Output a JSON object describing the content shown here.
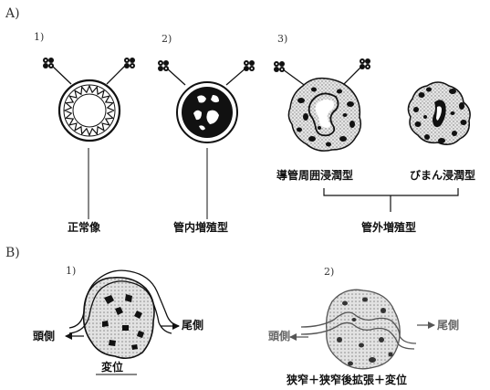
{
  "section_a": {
    "label": "A)"
  },
  "section_b": {
    "label": "B)"
  },
  "panel_a1": {
    "number": "1)",
    "caption": "正常像"
  },
  "panel_a2": {
    "number": "2)",
    "caption": "管内増殖型"
  },
  "panel_a3": {
    "number": "3)",
    "left_caption": "導管周囲浸潤型",
    "right_caption": "びまん浸潤型",
    "group_caption": "管外増殖型"
  },
  "panel_b1": {
    "number": "1)",
    "left_label": "頭側",
    "right_label": "尾側",
    "caption": "変位"
  },
  "panel_b2": {
    "number": "2)",
    "left_label": "頭側",
    "right_label": "尾側",
    "caption": "狭窄＋狭窄後拡張＋変位"
  },
  "colors": {
    "ink": "#111111",
    "shade": "#cfcfcf",
    "light_shade": "#d9d9d9"
  }
}
